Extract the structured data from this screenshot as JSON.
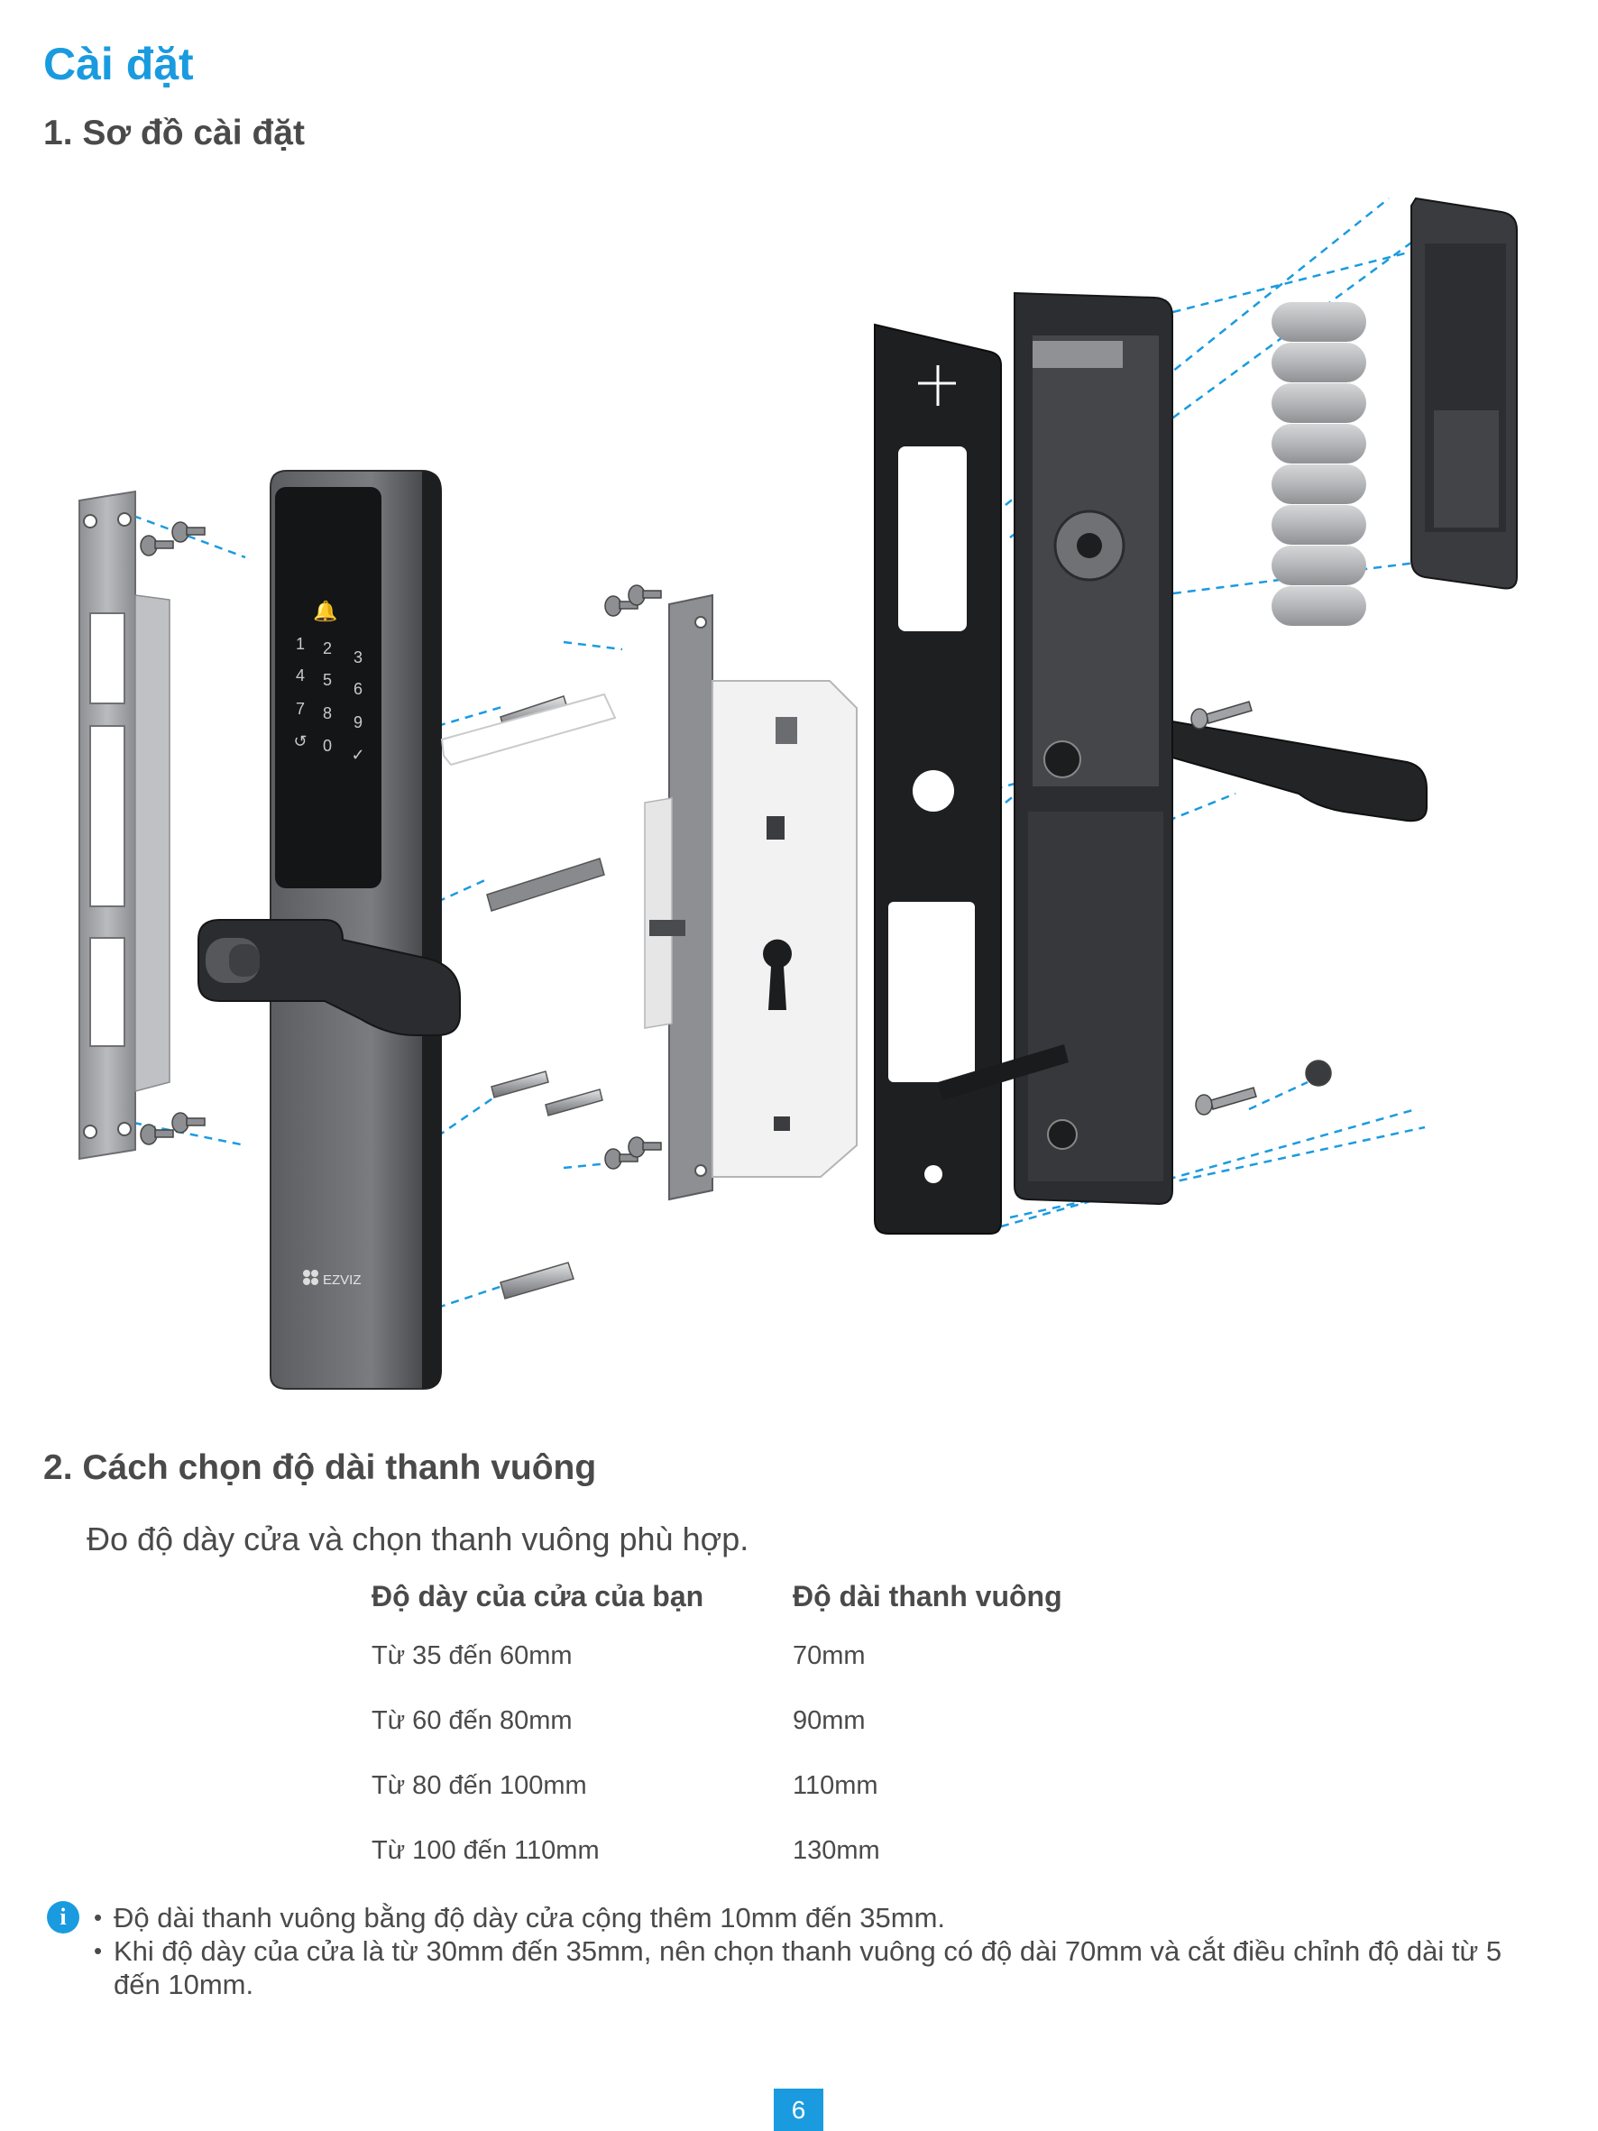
{
  "page": {
    "title": "Cài đặt",
    "page_number": "6"
  },
  "section1": {
    "heading": "1. Sơ đồ cài đặt",
    "diagram": {
      "brand_logo": "EZVIZ",
      "keypad_keys": [
        "1",
        "2",
        "3",
        "4",
        "5",
        "6",
        "7",
        "8",
        "9",
        "0"
      ],
      "colors": {
        "dash": "#1a9be0",
        "lock_body": "#2c2d30",
        "plate": "#a4a6a9"
      }
    }
  },
  "section2": {
    "heading": "2. Cách chọn độ dài thanh vuông",
    "intro": "Đo độ dày cửa và chọn thanh vuông phù hợp.",
    "table": {
      "headers": [
        "Độ dày của cửa của bạn",
        "Độ dài thanh vuông"
      ],
      "rows": [
        [
          "Từ 35 đến 60mm",
          "70mm"
        ],
        [
          "Từ 60 đến 80mm",
          "90mm"
        ],
        [
          "Từ 80 đến 100mm",
          "110mm"
        ],
        [
          "Từ 100 đến 110mm",
          "130mm"
        ]
      ]
    },
    "notes": [
      "Độ dài thanh vuông bằng độ dày cửa cộng thêm 10mm đến 35mm.",
      "Khi độ dày của cửa là từ 30mm đến 35mm, nên chọn thanh vuông có độ dài 70mm và cắt điều chỉnh độ dài từ 5 đến 10mm."
    ]
  },
  "accent_color": "#1a9be0"
}
